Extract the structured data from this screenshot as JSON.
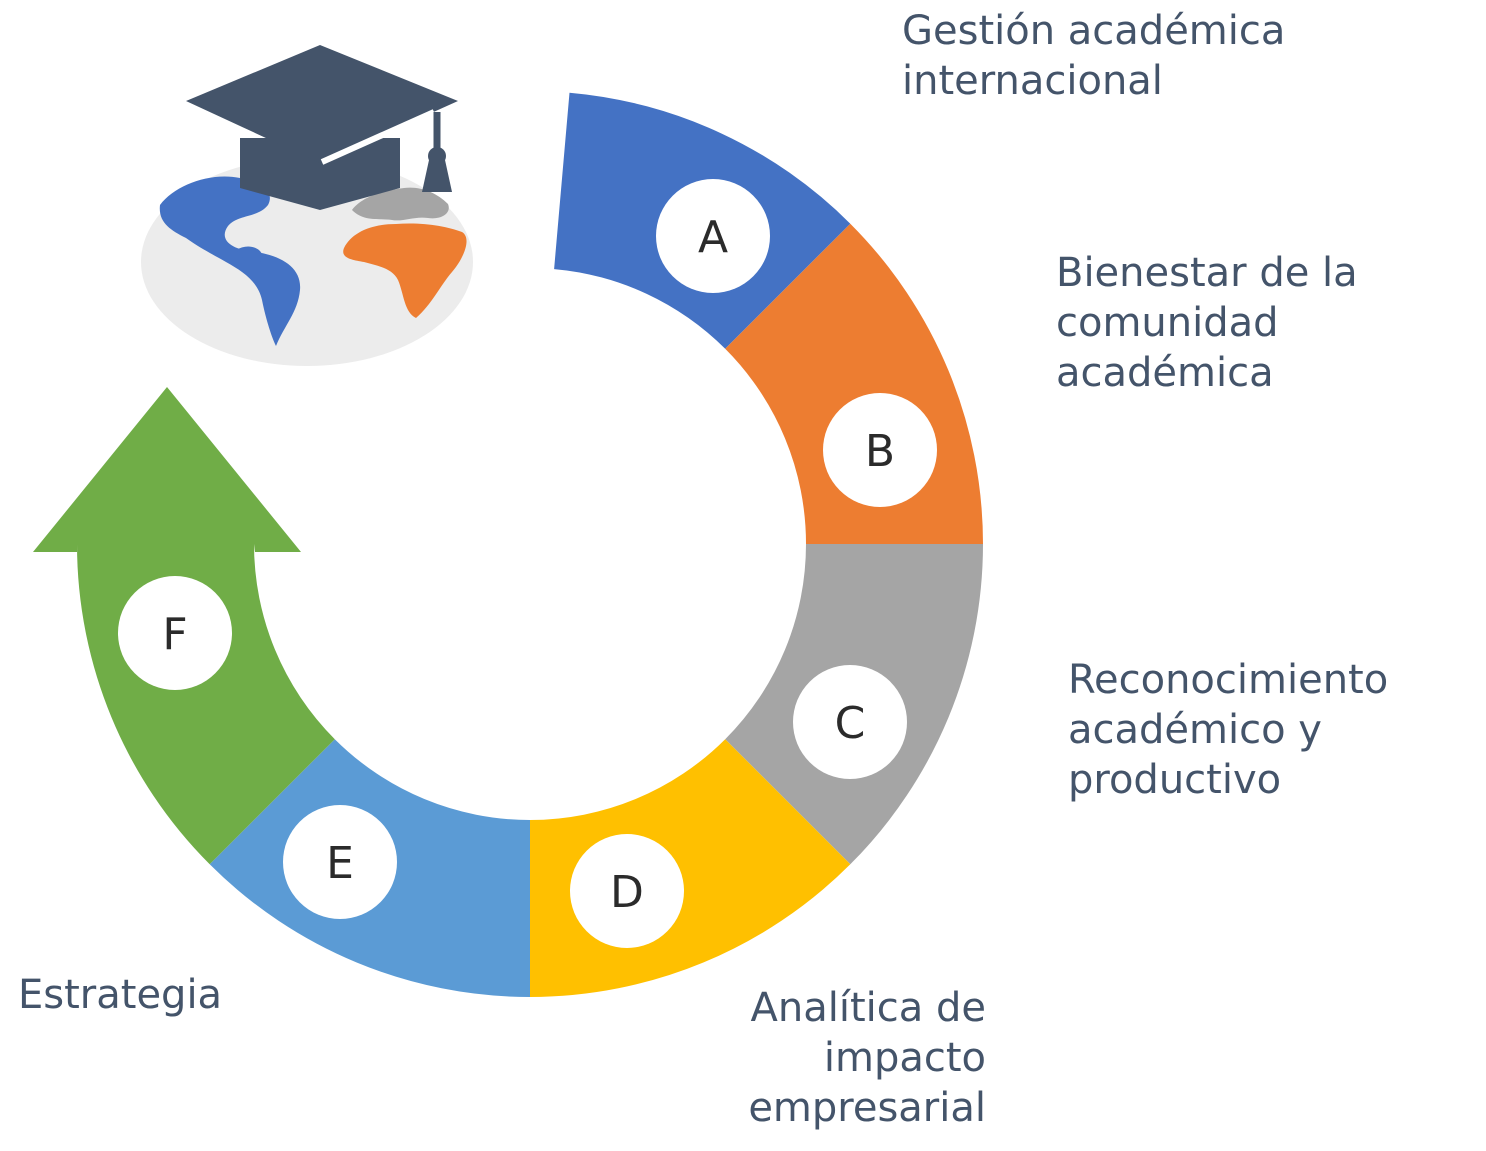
{
  "segments": [
    {
      "letter": "A",
      "label": "Gestión académica\ninternacional",
      "color": "#4472C4"
    },
    {
      "letter": "B",
      "label": "Bienestar de la\ncomunidad\nacadémica",
      "color": "#ED7D31"
    },
    {
      "letter": "C",
      "label": "Reconocimiento\nacadémico y\nproductivo",
      "color": "#A5A5A5"
    },
    {
      "letter": "D",
      "label": "Analítica de\nimpacto\nempresarial",
      "color": "#FFC000"
    },
    {
      "letter": "E",
      "label": "",
      "color": "#5B9BD5"
    },
    {
      "letter": "F",
      "label": "Estrategia",
      "color": "#70AD47"
    }
  ],
  "icon": "globe-with-graduation-cap-icon",
  "text_color": "#44546A"
}
